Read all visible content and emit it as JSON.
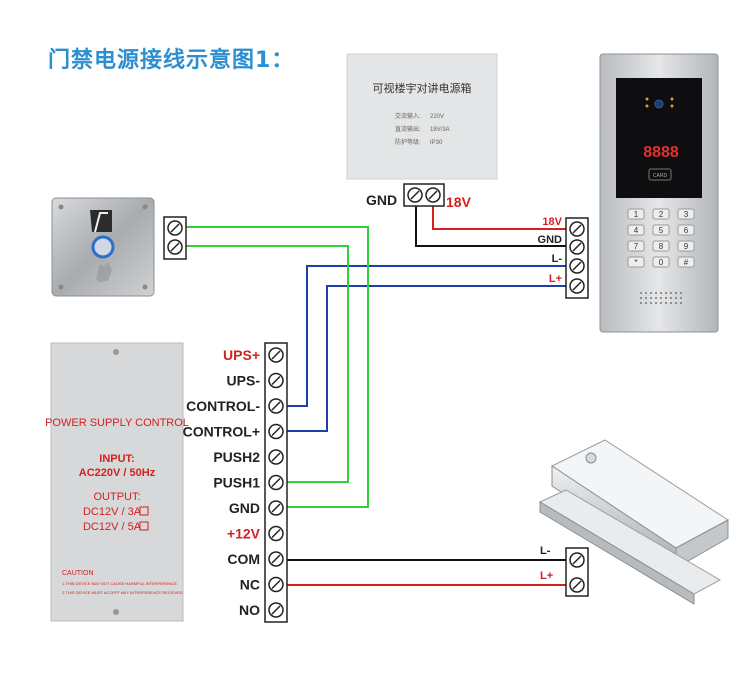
{
  "title": "门禁电源接线示意图1：",
  "intercom_psu": {
    "heading": "可视楼宇对讲电源箱",
    "spec_labels": [
      "交流输入:",
      "直流输出:",
      "防护等级:"
    ],
    "spec_values": [
      "220V",
      "18V/3A",
      "IP30"
    ],
    "terminal_gnd": "GND",
    "terminal_18v": "18V"
  },
  "door_station": {
    "display": "8888",
    "card_label": "CARD",
    "keys": [
      "1",
      "2",
      "3",
      "4",
      "5",
      "6",
      "7",
      "8",
      "9",
      "*",
      "0",
      "#"
    ],
    "terminals": [
      {
        "label": "18V",
        "color": "#d52020"
      },
      {
        "label": "GND",
        "color": "#222222"
      },
      {
        "label": "L-",
        "color": "#222222"
      },
      {
        "label": "L+",
        "color": "#d52020"
      }
    ]
  },
  "access_psu": {
    "brand": "POWER SUPPLY CONTROL",
    "input_title": "INPUT:",
    "input_value": "AC220V / 50Hz",
    "output_title": "OUTPUT:",
    "output_lines": [
      "DC12V / 3A",
      "DC12V / 5A"
    ],
    "caution_title": "CAUTION",
    "caution_lines": [
      "1.THIS DEVICE MAY NOT CAUSE HARMFUL INTERFERENCE",
      "2.THIS DEVICE MUST ACCEPT ANY INTERFERENCE RECEIVED"
    ],
    "terminals": [
      {
        "label": "UPS+",
        "color": "#d52020"
      },
      {
        "label": "UPS-",
        "color": "#222222"
      },
      {
        "label": "CONTROL-",
        "color": "#222222"
      },
      {
        "label": "CONTROL+",
        "color": "#222222"
      },
      {
        "label": "PUSH2",
        "color": "#222222"
      },
      {
        "label": "PUSH1",
        "color": "#222222"
      },
      {
        "label": "GND",
        "color": "#222222"
      },
      {
        "label": "+12V",
        "color": "#d52020"
      },
      {
        "label": "COM",
        "color": "#222222"
      },
      {
        "label": "NC",
        "color": "#222222"
      },
      {
        "label": "NO",
        "color": "#222222"
      }
    ]
  },
  "magnetic_lock": {
    "terminals": [
      {
        "label": "L-",
        "color": "#222222"
      },
      {
        "label": "L+",
        "color": "#d52020"
      }
    ]
  },
  "colors": {
    "title": "#2d8fd0",
    "red_wire": "#d52020",
    "black_wire": "#111111",
    "blue_wire": "#1f3fa8",
    "green_wire": "#2fd13a"
  }
}
